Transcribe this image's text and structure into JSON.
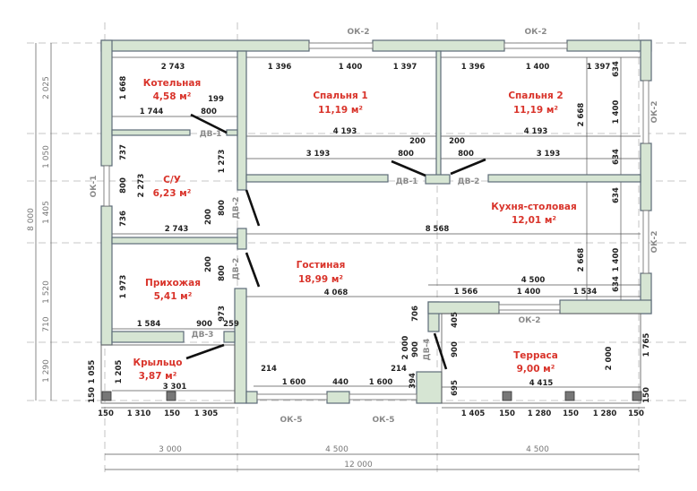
{
  "colors": {
    "wall": "#d6e5d3",
    "room_label": "#d9342b",
    "dimension": "#222222"
  },
  "rooms": [
    {
      "name": "Котельная",
      "area": "4,58 м²"
    },
    {
      "name": "Спальня 1",
      "area": "11,19 м²"
    },
    {
      "name": "Спальня 2",
      "area": "11,19 м²"
    },
    {
      "name": "С/У",
      "area": "6,23 м²"
    },
    {
      "name": "Кухня-столовая",
      "area": "12,01 м²"
    },
    {
      "name": "Прихожая",
      "area": "5,41 м²"
    },
    {
      "name": "Гостиная",
      "area": "18,99 м²"
    },
    {
      "name": "Крыльцо",
      "area": "3,87 м²"
    },
    {
      "name": "Терраса",
      "area": "9,00 м²"
    }
  ],
  "openings": [
    "ОК-2",
    "ОК-2",
    "ОК-2",
    "ОК-2",
    "ОК-1",
    "ОК-2",
    "ОК-5",
    "ОК-5",
    "ДВ-1",
    "ДВ-1",
    "ДВ-2",
    "ДВ-2",
    "ДВ-2",
    "ДВ-3",
    "ДВ-4"
  ],
  "axes": {
    "left": [
      "8 000",
      "2 025",
      "1 050",
      "1 405",
      "1 520",
      "710",
      "1 290"
    ],
    "bottom": [
      "3 000",
      "4 500",
      "4 500",
      "12 000"
    ]
  },
  "dims": [
    "2 743",
    "1 396",
    "1 400",
    "1 397",
    "1 396",
    "1 400",
    "1 397",
    "634",
    "1 668",
    "199",
    "1 744",
    "800",
    "4 193",
    "4 193",
    "1 400",
    "2 668",
    "200",
    "200",
    "800",
    "800",
    "3 193",
    "3 193",
    "634",
    "737",
    "1 273",
    "800",
    "2 273",
    "736",
    "200",
    "800",
    "2 743",
    "8 568",
    "634",
    "2 668",
    "1 400",
    "200",
    "800",
    "1 973",
    "973",
    "4 068",
    "4 500",
    "1 566",
    "1 400",
    "1 534",
    "634",
    "1 584",
    "900",
    "259",
    "706",
    "405",
    "2 000",
    "900",
    "900",
    "2 000",
    "1 765",
    "214",
    "214",
    "1 055",
    "1 205",
    "1 600",
    "440",
    "1 600",
    "394",
    "695",
    "4 415",
    "3 301",
    "150",
    "150",
    "150",
    "1 310",
    "150",
    "1 305",
    "1 405",
    "150",
    "1 280",
    "150",
    "1 280",
    "150"
  ]
}
